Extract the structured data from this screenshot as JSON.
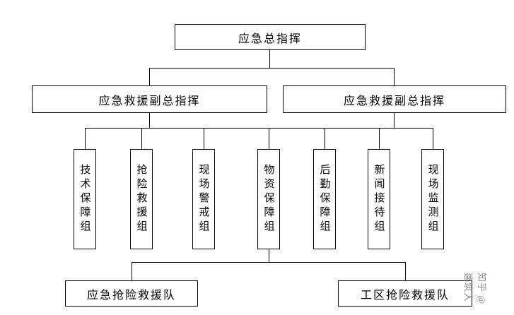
{
  "org": {
    "root": {
      "label": "应急总指挥"
    },
    "level2": [
      {
        "label": "应急救援副总指挥"
      },
      {
        "label": "应急救援副总指挥"
      }
    ],
    "level3": [
      {
        "label": "技术保障组"
      },
      {
        "label": "抢险救援组"
      },
      {
        "label": "现场警戒组"
      },
      {
        "label": "物资保障组"
      },
      {
        "label": "后勤保障组"
      },
      {
        "label": "新闻接待组"
      },
      {
        "label": "现场监测组"
      }
    ],
    "level4": [
      {
        "label": "应急抢险救援队"
      },
      {
        "label": "工区抢险救援队"
      }
    ]
  },
  "watermark": {
    "text": "知乎 @建筑人"
  },
  "colors": {
    "line": "#000000",
    "background": "#ffffff",
    "watermark": "#8c8c8c"
  }
}
